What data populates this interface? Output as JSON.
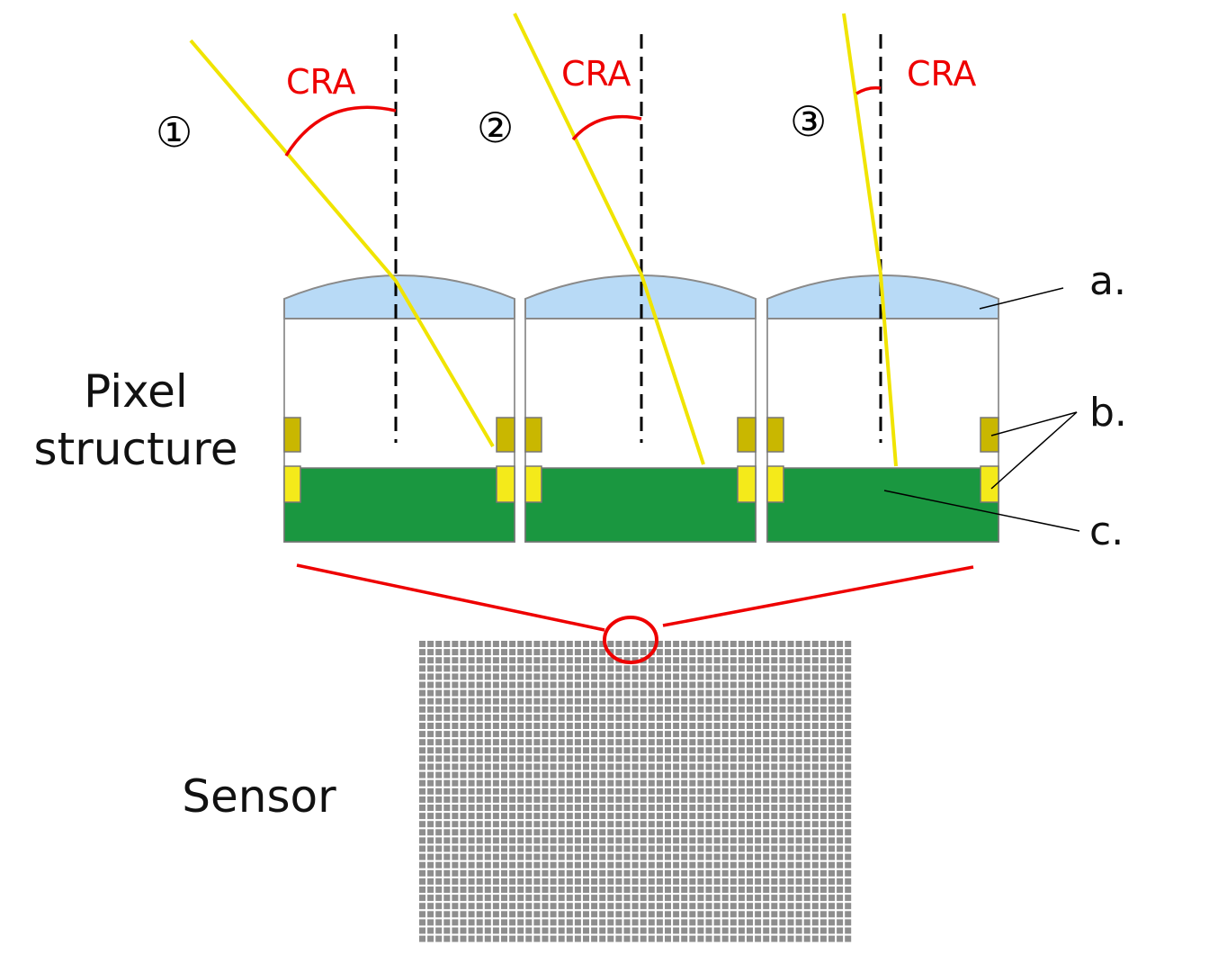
{
  "cra_labels": [
    "CRA",
    "CRA",
    "CRA"
  ],
  "case_markers": [
    "①",
    "②",
    "③"
  ],
  "pixel_structure_label": [
    "Pixel",
    "structure"
  ],
  "sensor_label": "Sensor",
  "part_labels": {
    "a": "a.",
    "b": "b.",
    "c": "c."
  },
  "colors": {
    "lens": "#b8daf6",
    "photodiode": "#1a9740",
    "metal_upper": "#c9b700",
    "metal_lower": "#f4ea1a",
    "light_ray": "#f0e400",
    "cra_arc": "#ee0000",
    "sensor_cell": "#8e8e8e"
  }
}
